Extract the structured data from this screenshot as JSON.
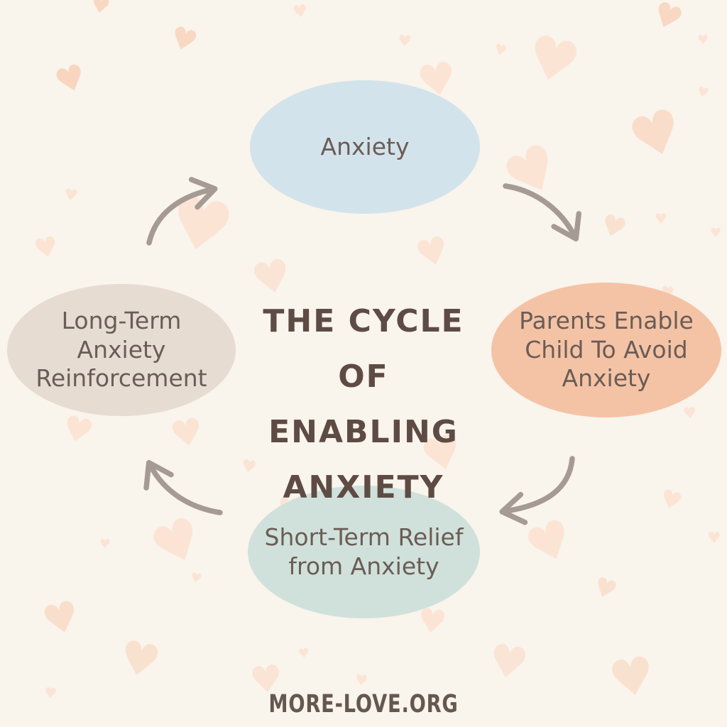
{
  "title": {
    "text": "THE CYCLE OF ENABLING ANXIETY",
    "lines": [
      "THE CYCLE OF",
      "ENABLING",
      "ANXIETY"
    ]
  },
  "footer": {
    "text": "MORE-LOVE.ORG"
  },
  "diagram": {
    "type": "cycle",
    "direction": "clockwise",
    "nodes": [
      {
        "id": "anxiety",
        "position": "top",
        "label": "Anxiety",
        "lines": [
          "Anxiety"
        ],
        "fill": "#d3e3ec"
      },
      {
        "id": "parents-enable",
        "position": "right",
        "label": "Parents Enable Child To Avoid Anxiety",
        "lines": [
          "Parents Enable",
          "Child To Avoid",
          "Anxiety"
        ],
        "fill": "#f4c3a5"
      },
      {
        "id": "short-term-relief",
        "position": "bottom",
        "label": "Short-Term Relief from Anxiety",
        "lines": [
          "Short-Term Relief",
          "from Anxiety"
        ],
        "fill": "#d0e1db"
      },
      {
        "id": "long-term-reinforcement",
        "position": "left",
        "label": "Long-Term Anxiety Reinforcement",
        "lines": [
          "Long-Term",
          "Anxiety",
          "Reinforcement"
        ],
        "fill": "#e6dcd2"
      }
    ],
    "arrows": [
      {
        "from": "anxiety",
        "to": "parents-enable"
      },
      {
        "from": "parents-enable",
        "to": "short-term-relief"
      },
      {
        "from": "short-term-relief",
        "to": "long-term-reinforcement"
      },
      {
        "from": "long-term-reinforcement",
        "to": "anxiety"
      }
    ]
  },
  "icons": {
    "heart": "♥"
  },
  "colors": {
    "background": "#f9f4ec",
    "heart_light": "#fce4d5",
    "heart_strong": "#f9d5bf",
    "arrow": "#a69a94",
    "title_text": "#5d4b44",
    "node_text": "#6b5c56",
    "footer_text": "#655851"
  }
}
